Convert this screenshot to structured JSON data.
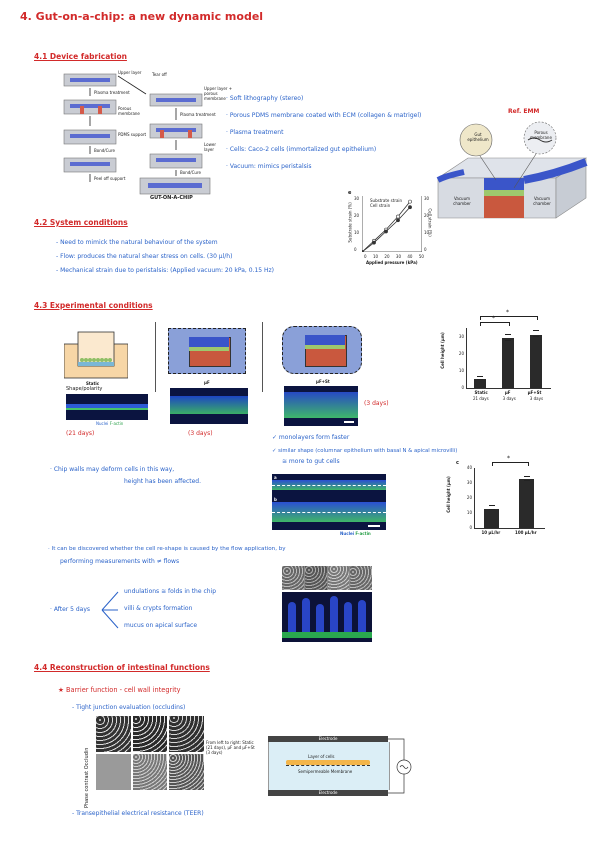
{
  "title": "4. Gut-on-a-chip: a new dynamic model",
  "s41": {
    "heading": "4.1 Device fabrication",
    "fab_labels": {
      "upper_layer": "Upper layer",
      "tear_off": "Tear off",
      "upper_porous": "Upper layer + porous membrane",
      "plasma1": "Plasma treatment",
      "porous_membrane": "Porous membrane",
      "pdms_support": "PDMS support",
      "plasma2": "Plasma treatment",
      "lower_layer": "Lower layer",
      "bond_cure1": "Bond/Cure",
      "bond_cure2": "Bond/Cure",
      "peel_off": "Peel off support",
      "gut_on_chip": "GUT-ON-A-CHIP"
    },
    "notes": [
      "· Soft lithography (stereo)",
      "· Porous PDMS membrane coated with ECM (collagen & matrigel)",
      "· Plasma treatment",
      "· Cells: Caco-2 cells (immortalized gut epithelium)",
      "· Vacuum: mimics peristalsis"
    ],
    "ref": "Ref. EMM",
    "chip_labels": {
      "gut_epithelium": "Gut epithelium",
      "porous_membrane": "Porous membrane",
      "vacuum_left": "Vacuum chamber",
      "vacuum_right": "Vacuum chamber"
    }
  },
  "s42": {
    "heading": "4.2 System conditions",
    "notes": [
      "- Need to mimick the natural behaviour of the system",
      "- Flow: produces the natural shear stress on cells. (30 µl/h)",
      "- Mechanical strain due to peristalsis: (Applied vacuum: 20 kPa, 0.15 Hz)"
    ],
    "strain_chart": {
      "panel_letter": "e",
      "ylabel_left": "Substrate strain (%)",
      "ylabel_right": "Cell strain (%)",
      "xlabel": "Applied pressure (kPa)",
      "legend": [
        "Substrate strain",
        "Cell strain"
      ],
      "xticks": [
        "0",
        "10",
        "20",
        "30",
        "40",
        "50"
      ],
      "yticks_left": [
        "0",
        "10",
        "20",
        "30"
      ],
      "yticks_right": [
        "0",
        "10",
        "20",
        "30"
      ]
    }
  },
  "s43": {
    "heading": "4.3 Experimental conditions",
    "labels": {
      "static": "Static",
      "shape_polarity": "Shape/polarity",
      "muF": "µF",
      "muFSt": "µF+St",
      "nuclei": "Nuclei",
      "factin": "F-actin",
      "days21": "(21 days)",
      "days3a": "(3 days)",
      "days3b": "(3 days)",
      "nuclei2": "Nuclei",
      "factin2": "F-actin",
      "a": "a",
      "b": "b"
    },
    "notes": [
      "✓ monolayers form faster",
      "✓ similar shape (columnar epithelium with basal N & apical microvilli)",
      "≅ more to gut cells",
      "· Chip walls may deform cells in this way,",
      "height has been affected.",
      "· It can be discovered whether the cell re-shape is caused by the flow application, by",
      "performing measurements with ≠ flows",
      "· After 5 days",
      "undulations ≅ folds in the chip",
      "villi & crypts formation",
      "mucus on apical surface"
    ]
  },
  "s44": {
    "heading": "4.4 Reconstruction of intestinal functions",
    "notes": [
      "★ Barrier function - cell wall integrity",
      "- Tight junction evaluation (occludins)",
      "- Transepithelial electrical resistance (TEER)"
    ],
    "micro_caption": "From left to right: Static (21 days), µF and µF+St (3 days)",
    "micro_side": "Phase contrast   Occludin",
    "teer_labels": {
      "top": "Electrode",
      "layer": "Layer of cells",
      "membrane": "Semipermeable Membrane",
      "bottom": "Electrode"
    }
  },
  "chart_data": [
    {
      "type": "bar",
      "categories": [
        "Static",
        "µF",
        "µF+St"
      ],
      "sublabels": [
        "21 days",
        "3 days",
        "3 days"
      ],
      "values": [
        5,
        29,
        31
      ],
      "errors": [
        0.6,
        1.5,
        1.5
      ],
      "ylabel": "Cell height (µm)",
      "ylim": [
        0,
        35
      ],
      "yticks": [
        0,
        10,
        20,
        30
      ],
      "significance": [
        "*",
        "*"
      ]
    },
    {
      "type": "bar",
      "panel_letter": "c",
      "categories": [
        "10 µL/hr",
        "100 µL/hr"
      ],
      "values": [
        13,
        32.5
      ],
      "errors": [
        1.2,
        1
      ],
      "ylabel": "Cell height (µm)",
      "ylim": [
        0,
        40
      ],
      "yticks": [
        0,
        10,
        20,
        30,
        40
      ],
      "significance": [
        "*"
      ]
    },
    {
      "type": "line",
      "x": [
        0,
        10,
        20,
        30,
        40
      ],
      "series": [
        {
          "name": "Substrate strain",
          "values": [
            0,
            6,
            12,
            19,
            27
          ]
        },
        {
          "name": "Cell strain",
          "values": [
            0,
            5,
            11,
            17,
            24
          ]
        }
      ],
      "xlim": [
        0,
        50
      ],
      "ylim": [
        0,
        30
      ]
    }
  ],
  "colors": {
    "red": "#d22a2a",
    "blue": "#2b63c9"
  }
}
